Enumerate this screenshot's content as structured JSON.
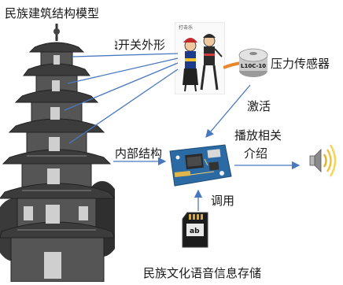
{
  "labels": {
    "title": "民族建筑结构模型",
    "contact_switch": "接触开关外形",
    "pressure_sensor": "压力传感器",
    "activate": "激活",
    "play_line1": "播放相关",
    "play_line2": "介绍",
    "internal_structure": "内部结构",
    "call": "调用",
    "storage": "民族文化语音信息存储"
  },
  "components": {
    "sensor_marking": "L10C-10",
    "figures_caption": "打击乐",
    "sd_card_text": "ab"
  },
  "colors": {
    "arrow": "#4a78bf",
    "pcb": "#2c6aa3",
    "sensor_cable": "#e8872c"
  }
}
